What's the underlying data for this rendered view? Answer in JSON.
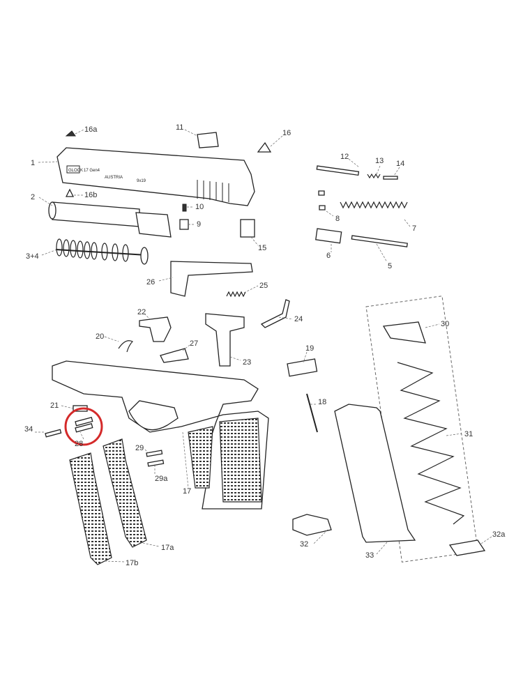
{
  "diagram": {
    "slide_engraving": {
      "brand": "GLOCK",
      "model": "17 Gen4",
      "origin": "AUSTRIA",
      "caliber": "9x19"
    },
    "highlight_color": "#d42a2a",
    "highlighted_part": "28",
    "labels": {
      "p16a": "16a",
      "p11": "11",
      "p16": "16",
      "p1": "1",
      "p12": "12",
      "p13": "13",
      "p14": "14",
      "p16b": "16b",
      "p10": "10",
      "p2": "2",
      "p9": "9",
      "p8": "8",
      "p7": "7",
      "p34_": "3+4",
      "p15": "15",
      "p6": "6",
      "p5": "5",
      "p26": "26",
      "p25": "25",
      "p22": "22",
      "p24": "24",
      "p20": "20",
      "p27": "27",
      "p23": "23",
      "p30": "30",
      "p19": "19",
      "p21": "21",
      "p18": "18",
      "p34": "34",
      "p28": "28",
      "p29": "29",
      "p29a": "29a",
      "p31": "31",
      "p17": "17",
      "p17a": "17a",
      "p17b": "17b",
      "p32": "32",
      "p33": "33",
      "p32a": "32a"
    }
  }
}
